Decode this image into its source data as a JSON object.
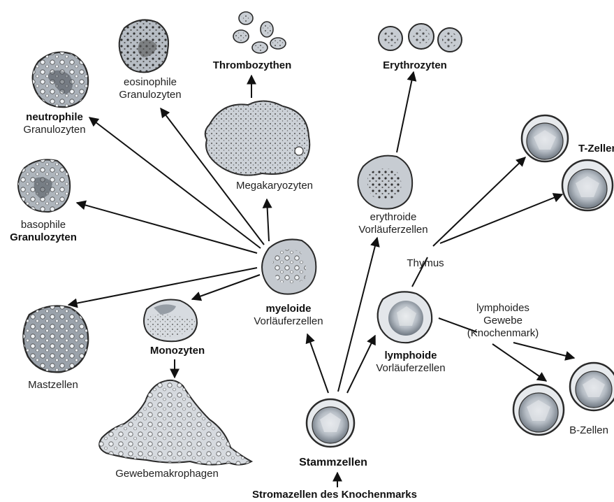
{
  "labels": {
    "thrombozythen": "Thrombozythen",
    "erythrozyten": "Erythrozyten",
    "eosinophile_1": "eosinophile",
    "eosinophile_2": "Granulozyten",
    "neutrophile_1": "neutrophile",
    "neutrophile_2": "Granulozyten",
    "megakaryozyten": "Megakaryozyten",
    "erythroide_1": "erythroide",
    "erythroide_2": "Vorläuferzellen",
    "t_zellen": "T-Zellen",
    "basophile_1": "basophile",
    "basophile_2": "Granulozyten",
    "thymus": "Thymus",
    "myeloide_1": "myeloide",
    "myeloide_2": "Vorläuferzellen",
    "lymphoides_1": "lymphoides",
    "lymphoides_2": "Gewebe",
    "lymphoides_3": "(Knochenmark)",
    "lymphoide_1": "lymphoide",
    "lymphoide_2": "Vorläuferzellen",
    "monozyten": "Monozyten",
    "mastzellen": "Mastzellen",
    "b_zellen": "B-Zellen",
    "gewebemakrophagen": "Gewebemakrophagen",
    "stammzellen": "Stammzellen",
    "stromazellen": "Stromazellen des Knochenmarks"
  },
  "colors": {
    "cell_outline": "#2a2a2a",
    "cell_fill": "#d7dbe0",
    "cell_dark": "#8a939d",
    "arrow": "#111111"
  }
}
